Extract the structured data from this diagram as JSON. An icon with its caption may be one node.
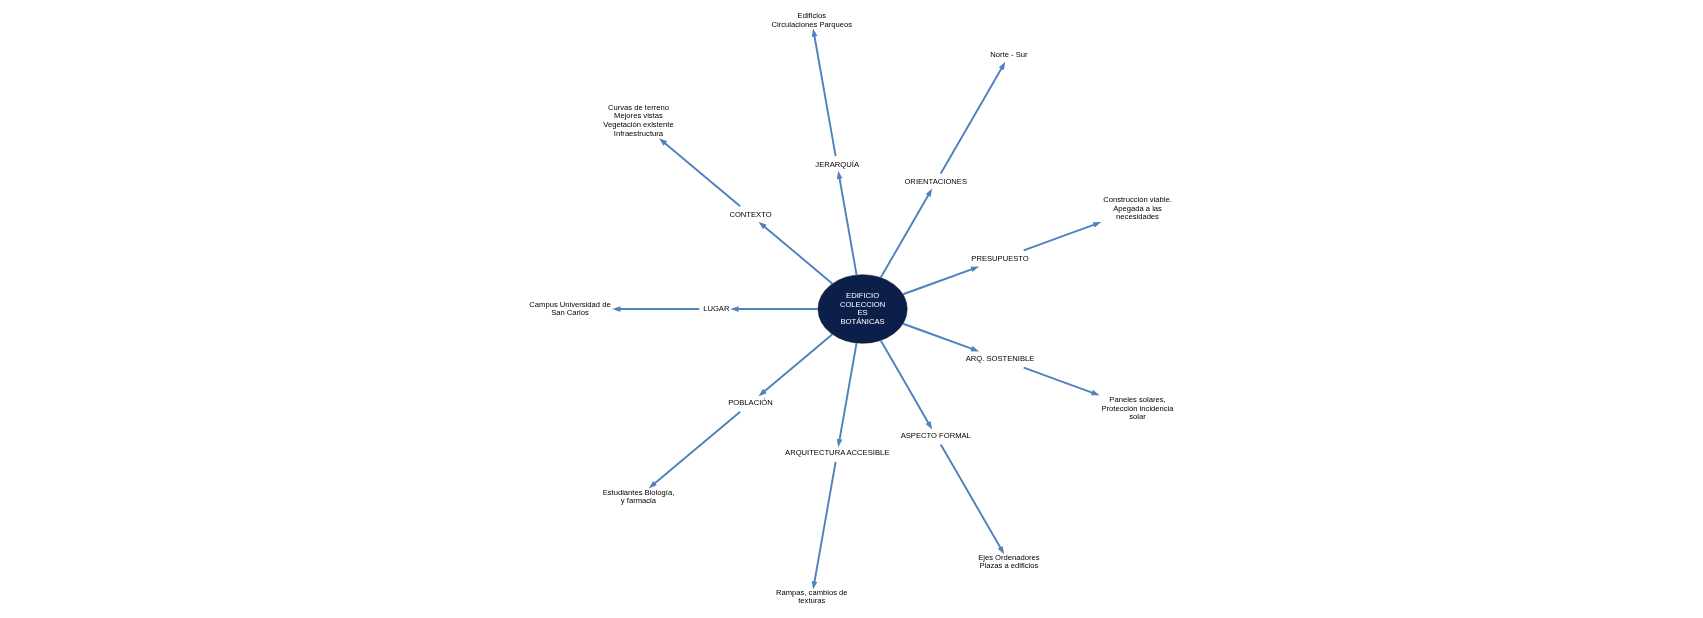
{
  "diagram": {
    "nodes": [
      {
        "text": [
          "EDIFICIO COLECCION ES BOTÁNICAS"
        ]
      },
      {
        "text": [
          "PRESUPUESTO"
        ]
      },
      {
        "text": [
          "Construcción viable. Apegada a las necesidades"
        ]
      },
      {
        "text": [
          "ORIENTACIONES"
        ]
      },
      {
        "text": [
          "Norte - Sur"
        ]
      },
      {
        "text": [
          "JERARQUÍA"
        ]
      },
      {
        "text": [
          "Edificios Circulaciones Parqueos"
        ]
      },
      {
        "text": [
          "CONTEXTO"
        ]
      },
      {
        "text": [
          "Curvas de terreno Mejores vistas Vegetación existente Infraestructura"
        ]
      },
      {
        "text": [
          "LUGAR"
        ]
      },
      {
        "text": [
          "Campus Universidad de San Carlos"
        ]
      },
      {
        "text": [
          "POBLACIÓN"
        ]
      },
      {
        "text": [
          "Estudiantes Biología, y farmacia"
        ]
      },
      {
        "text": [
          "ARQUITECTURA ACCESIBLE"
        ]
      },
      {
        "text": [
          "Rampas, cambios de texturas"
        ]
      },
      {
        "text": [
          "ASPECTO FORMAL"
        ]
      },
      {
        "text": [
          "Ejes Ordenadores Plazas a edificios"
        ]
      },
      {
        "text": [
          "ARQ. SOSTENIBLE"
        ]
      },
      {
        "text": [
          "Paneles solares, Protección incidencia solar"
        ]
      }
    ],
    "edges": [
      {
        "from": 0,
        "to": 9,
        "arrow": "to"
      },
      {
        "from": 9,
        "to": 10,
        "arrow": "to"
      },
      {
        "from": 0,
        "to": 11,
        "arrow": "to"
      },
      {
        "from": 11,
        "to": 12,
        "arrow": "to"
      },
      {
        "from": 0,
        "to": 13,
        "arrow": "to"
      },
      {
        "from": 13,
        "to": 14,
        "arrow": "to"
      },
      {
        "from": 0,
        "to": 15,
        "arrow": "to"
      },
      {
        "from": 15,
        "to": 16,
        "arrow": "to"
      },
      {
        "from": 0,
        "to": 17,
        "arrow": "to"
      },
      {
        "from": 17,
        "to": 18,
        "arrow": "to"
      },
      {
        "from": 0,
        "to": 7,
        "arrow": "to"
      },
      {
        "from": 7,
        "to": 8,
        "arrow": "to"
      },
      {
        "from": 0,
        "to": 5,
        "arrow": "to"
      },
      {
        "from": 5,
        "to": 6,
        "arrow": "to"
      },
      {
        "from": 0,
        "to": 3,
        "arrow": "to"
      },
      {
        "from": 3,
        "to": 4,
        "arrow": "to"
      },
      {
        "from": 0,
        "to": 1,
        "arrow": "to"
      },
      {
        "from": 1,
        "to": 2,
        "arrow": "to"
      }
    ]
  }
}
